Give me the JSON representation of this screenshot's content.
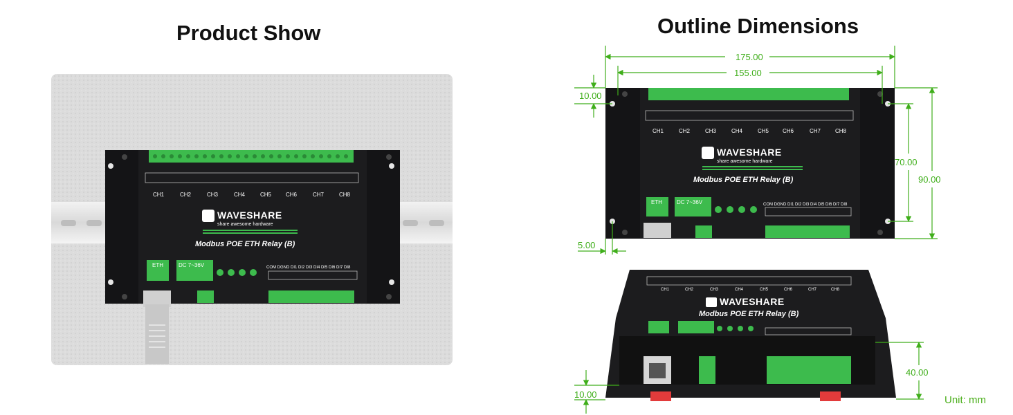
{
  "headings": {
    "product_show": "Product Show",
    "outline_dimensions": "Outline Dimensions"
  },
  "units": "Unit: mm",
  "dimensions": {
    "width_overall": "175.00",
    "width_inner": "155.00",
    "top_margin": "10.00",
    "height_inner": "70.00",
    "height_overall": "90.00",
    "side_margin": "5.00",
    "depth_base": "10.00",
    "depth_height": "40.00"
  },
  "device": {
    "brand": "WAVESHARE",
    "tagline": "share awesome hardware",
    "model": "Modbus POE ETH Relay (B)",
    "channels": [
      "CH1",
      "CH2",
      "CH3",
      "CH4",
      "CH5",
      "CH6",
      "CH7",
      "CH8"
    ],
    "eth_label": "ETH",
    "power_label": "DC 7~36V",
    "input_labels": "COM DGND DI1 DI2 DI3 DI4 DI5 DI6 DI7 DI8"
  },
  "colors": {
    "accent_green": "#3fae1a",
    "device_body": "#1c1c1e",
    "terminal_green": "#3dbb4d"
  }
}
